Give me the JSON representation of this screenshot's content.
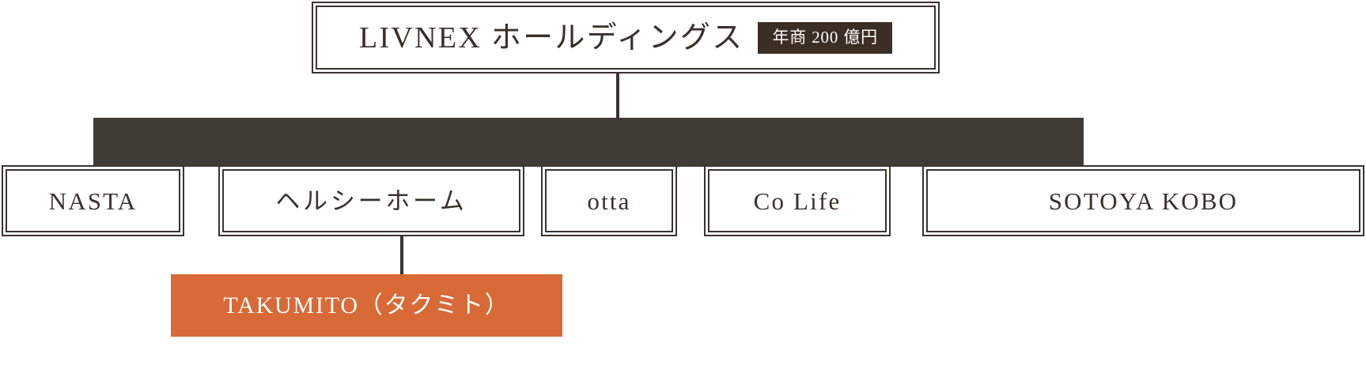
{
  "diagram": {
    "type": "organization-chart",
    "colors": {
      "dark": "#413b36",
      "border": "#3a332e",
      "badge_bg": "#3b2e24",
      "accent_orange": "#d86a38",
      "text_dark": "#3a302a",
      "text_light": "#ffffff",
      "background": "#ffffff"
    },
    "parent": {
      "name": "LIVNEX ホールディングス",
      "badge": "年商 200 億円"
    },
    "subsidiaries": [
      {
        "name": "NASTA",
        "script": "latin"
      },
      {
        "name": "ヘルシーホーム",
        "script": "japanese"
      },
      {
        "name": "otta",
        "script": "latin"
      },
      {
        "name": "Co Life",
        "script": "latin"
      },
      {
        "name": "SOTOYA KOBO",
        "script": "latin"
      }
    ],
    "child": {
      "name": "TAKUMITO（タクミト）",
      "parent_of": "ヘルシーホーム"
    }
  }
}
